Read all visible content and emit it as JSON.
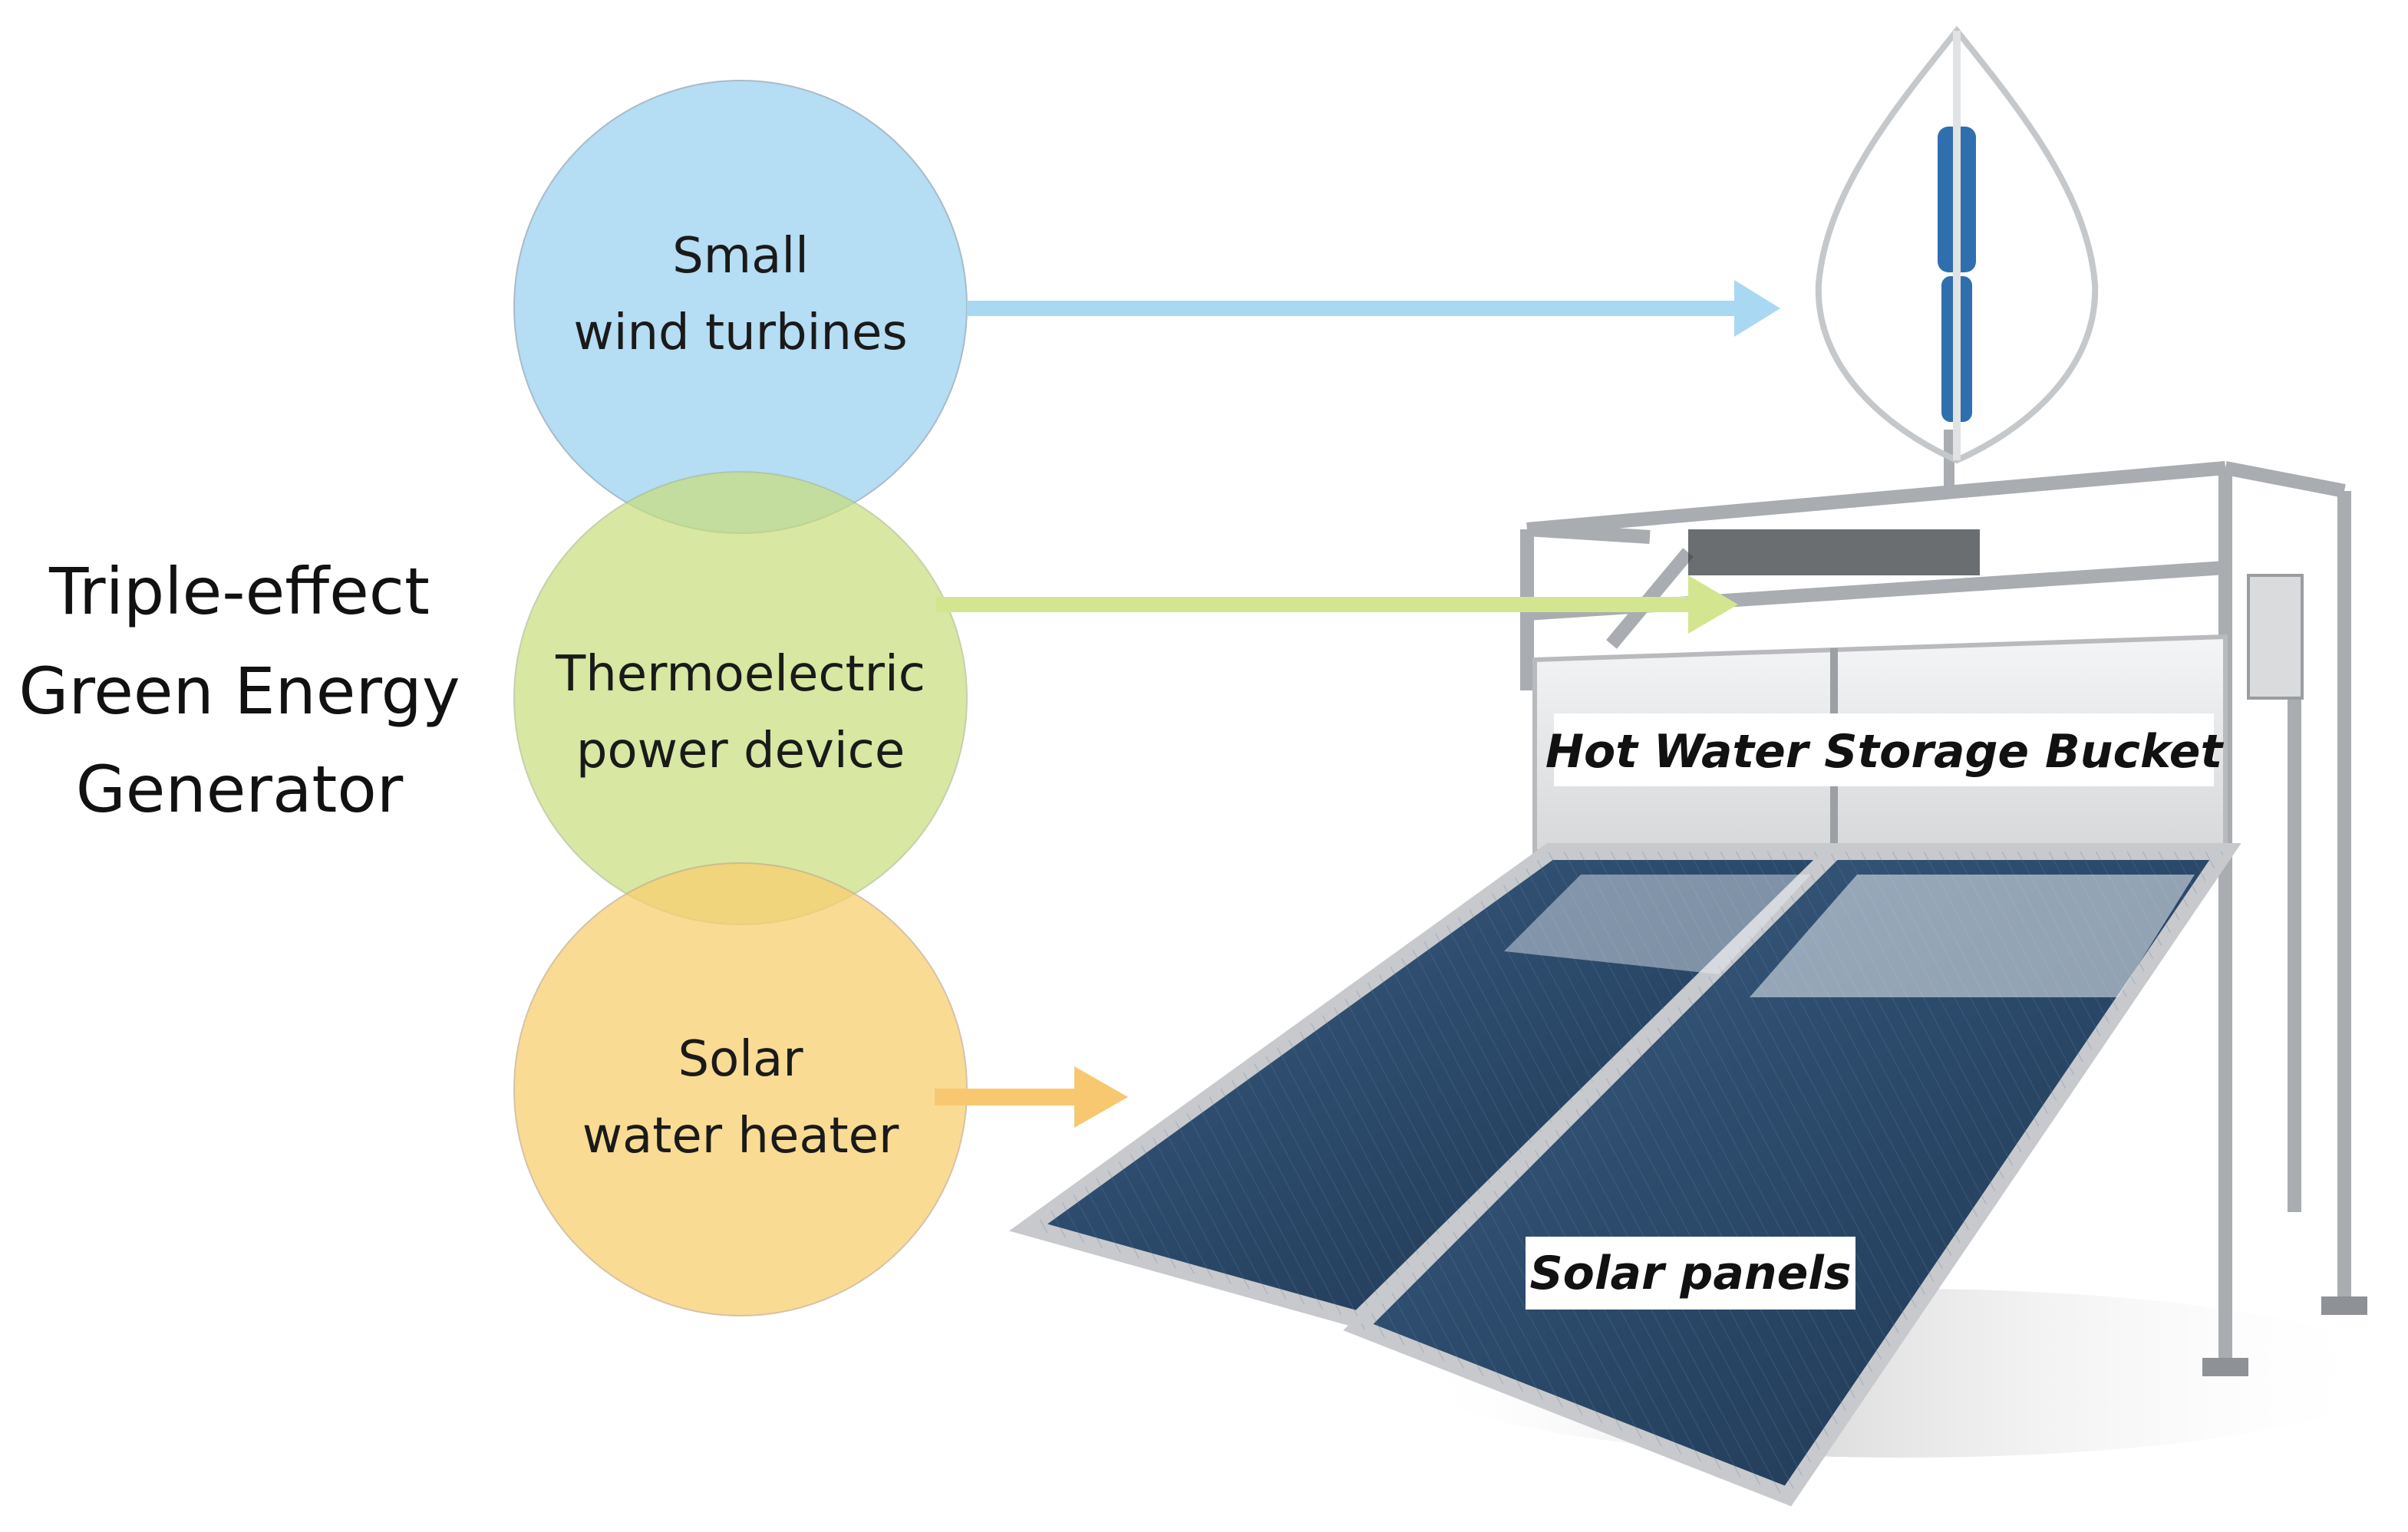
{
  "title": {
    "line1": "Triple-effect",
    "line2": "Green Energy",
    "line3": "Generator"
  },
  "components": [
    {
      "line1": "Small",
      "line2": "wind turbines",
      "color": "#a9d8f2",
      "arrow_color": "#a9d8f2"
    },
    {
      "line1": "Thermoelectric",
      "line2": "power device",
      "color": "#d4e58f",
      "arrow_color": "#d4e58f"
    },
    {
      "line1": "Solar",
      "line2": "water heater",
      "color": "#f8d585",
      "arrow_color": "#f8c870"
    }
  ],
  "callouts": {
    "storage": "Hot Water Storage Bucket",
    "panels": "Solar panels"
  },
  "colors": {
    "panel": "#2b4a6b",
    "frame": "#b9bcc0",
    "tank": "#e8e9ea",
    "turbine_blade": "#2f6fae"
  }
}
